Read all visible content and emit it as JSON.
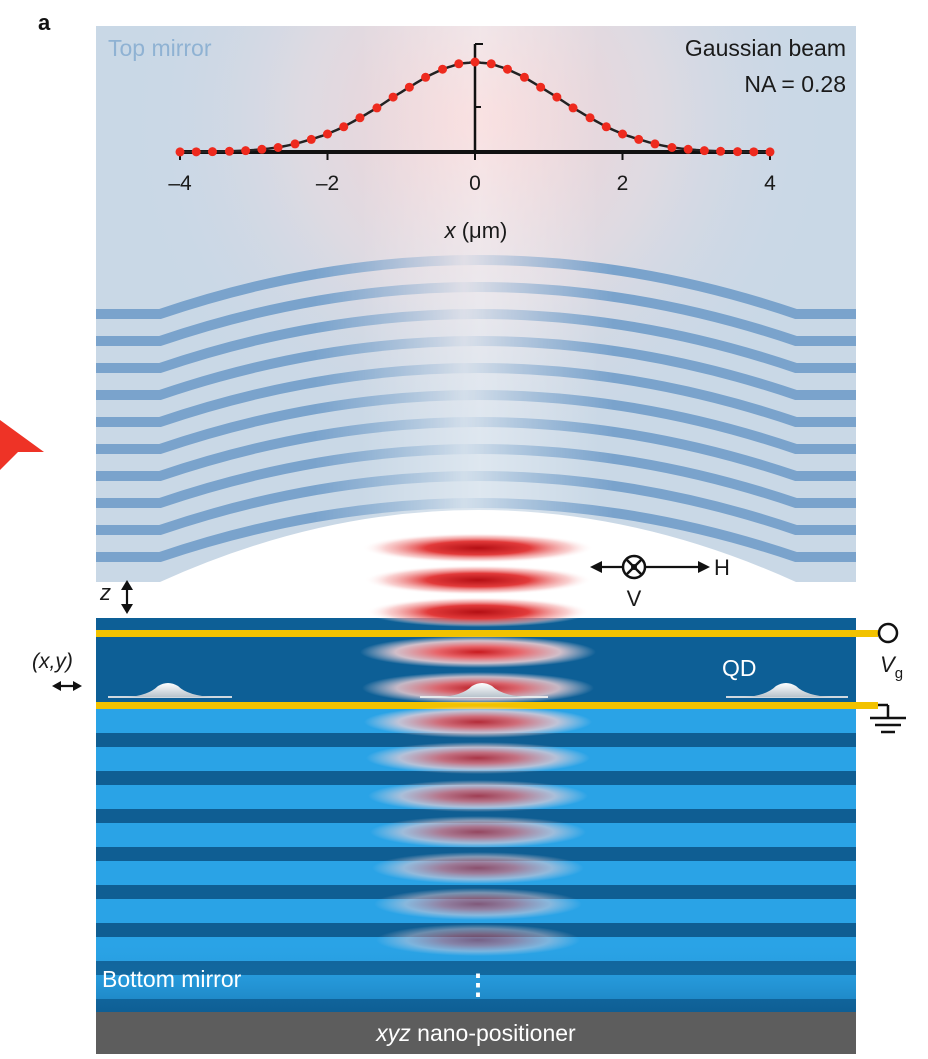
{
  "panel_label": "a",
  "labels": {
    "top_mirror": "Top mirror",
    "beam_line1": "Gaussian beam",
    "beam_line2": "NA = 0.28",
    "x_axis_label_var": "x",
    "x_axis_label_unit": " (μm)",
    "z_label": "z",
    "xy_label": "(x,y)",
    "qd_label": "QD",
    "vg_label_var": "V",
    "vg_label_sub": "g",
    "pol_h": "H",
    "pol_v": "V",
    "bottom_mirror": "Bottom mirror",
    "positioner_var": "xyz",
    "positioner_rest": " nano-positioner",
    "ellipsis": "⋮"
  },
  "chart_data": {
    "type": "scatter",
    "x": [
      -4.0,
      -3.78,
      -3.56,
      -3.33,
      -3.11,
      -2.89,
      -2.67,
      -2.44,
      -2.22,
      -2.0,
      -1.78,
      -1.56,
      -1.33,
      -1.11,
      -0.89,
      -0.67,
      -0.44,
      -0.22,
      0.0,
      0.22,
      0.44,
      0.67,
      0.89,
      1.11,
      1.33,
      1.56,
      1.78,
      2.0,
      2.22,
      2.44,
      2.67,
      2.89,
      3.11,
      3.33,
      3.56,
      3.78,
      4.0
    ],
    "y": [
      0.001,
      0.002,
      0.004,
      0.008,
      0.015,
      0.03,
      0.05,
      0.09,
      0.14,
      0.2,
      0.28,
      0.38,
      0.49,
      0.61,
      0.72,
      0.83,
      0.92,
      0.98,
      1.0,
      0.98,
      0.92,
      0.83,
      0.72,
      0.61,
      0.49,
      0.38,
      0.28,
      0.2,
      0.14,
      0.09,
      0.05,
      0.03,
      0.015,
      0.008,
      0.004,
      0.002,
      0.001
    ],
    "xticks": [
      -4,
      -2,
      0,
      2,
      4
    ],
    "xtick_labels": [
      "–4",
      "–2",
      "0",
      "2",
      "4"
    ],
    "xlim": [
      -4,
      4
    ],
    "ylim": [
      0,
      1.2
    ],
    "series": [
      {
        "kind": "fit-line",
        "color": "#222222"
      },
      {
        "kind": "points",
        "color": "#ee2a1e"
      }
    ]
  },
  "colors": {
    "top_bg": "#c9d8e6",
    "top_mirror_layer": "#7aa3cc",
    "qd_layer": "#0d5f96",
    "bottom_layer_light": "#2aa3e6",
    "bottom_layer_dark": "#0f5e93",
    "gate": "#f2c200",
    "positioner": "#5d5d5d",
    "mode": "#d42020"
  }
}
